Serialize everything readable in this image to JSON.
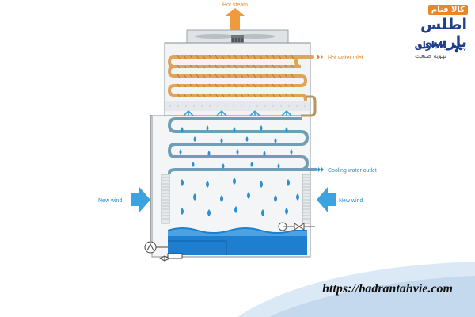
{
  "diagram": {
    "labels": {
      "hot_steam": "Hot steam",
      "hot_water_inlet": "Hot water inlet",
      "cooling_water_outlet": "Cooling water outlet",
      "new_wind_left": "New wind",
      "new_wind_right": "New wind"
    },
    "colors": {
      "hot_coil": "#e0a35a",
      "cool_coil": "#6e9fb6",
      "water": "#1e7fd0",
      "wind_arrow": "#3aa3e0",
      "steam_arrow": "#f09a3e",
      "label_orange": "#e8862a",
      "label_blue": "#2b8fd6"
    }
  },
  "branding": {
    "tag": "کالا فنام",
    "brand_name": "اطلس پارسی",
    "sub_name": "باداران",
    "sub_tagline": "تهویه صنعت",
    "icon": "fan-logo-icon"
  },
  "footer": {
    "url": "https://badrantahvie.com"
  }
}
